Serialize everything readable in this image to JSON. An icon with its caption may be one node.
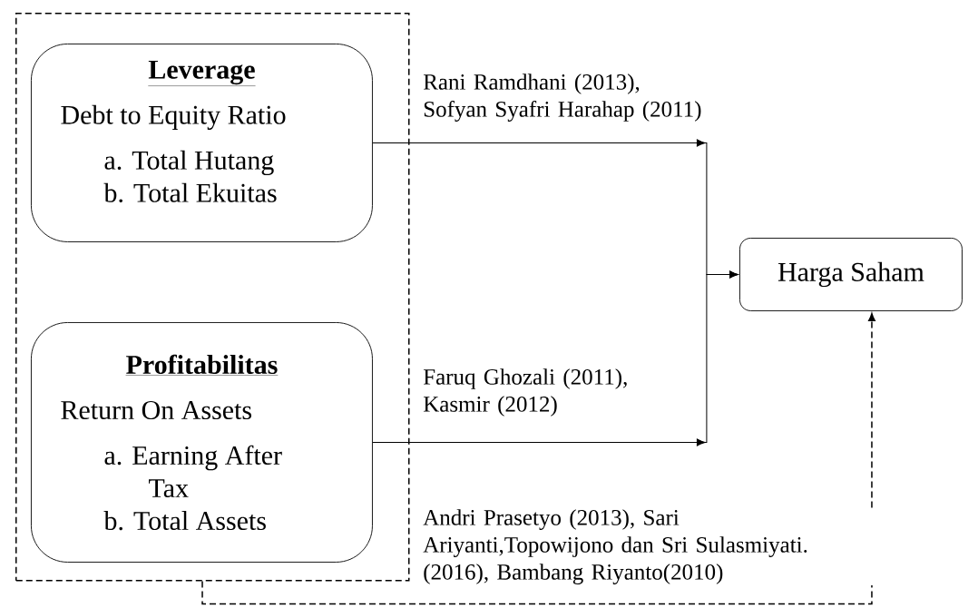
{
  "diagram": {
    "nodes": [
      {
        "text": [],
        "shape": "box"
      },
      {
        "text": [
          "Leverage",
          "Debt to Equity Ratio",
          "a. Total Hutang",
          "b. Total Ekuitas"
        ],
        "in": 0
      },
      {
        "text": [
          "Profitabilitas",
          "Return On Assets",
          "a. Earning After Tax",
          "b. Total Assets"
        ],
        "in": 0
      },
      {
        "text": [
          "Harga Saham"
        ]
      }
    ],
    "edges": [
      {
        "from": 1,
        "to": 3,
        "arrow": "to",
        "label": "Rani Ramdhani (2013), Sofyan Syafri Harahap (2011)"
      },
      {
        "from": 2,
        "to": 3,
        "arrow": "to",
        "label": "Faruq Ghozali (2011), Kasmir (2012)"
      },
      {
        "from": 0,
        "to": 3,
        "arrow": "to",
        "style": "dashed",
        "label": "Andri Prasetyo (2013), Sari Ariyanti,Topowijono dan Sri Sulasmiyati. (2016), Bambang Riyanto(2010)"
      }
    ]
  }
}
